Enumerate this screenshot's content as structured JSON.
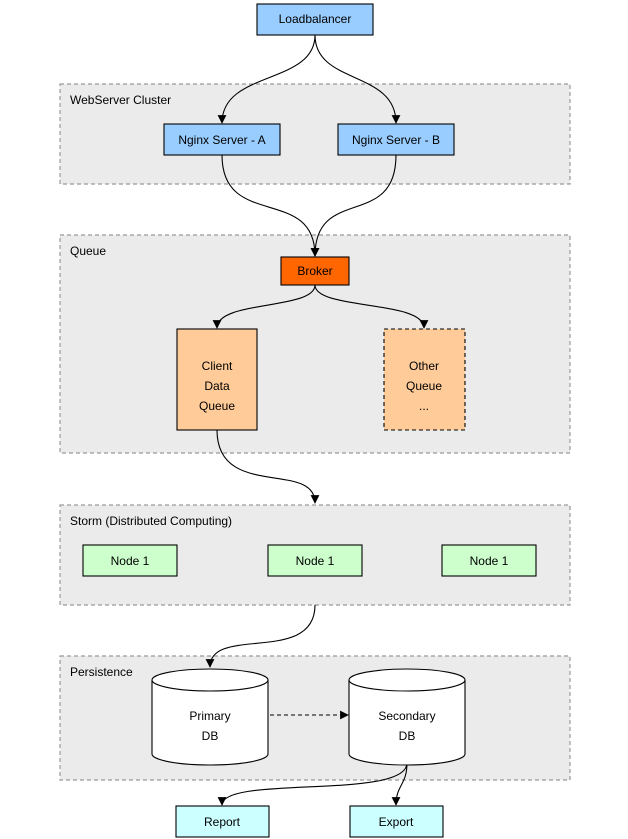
{
  "groups": {
    "webserver": {
      "label": "WebServer Cluster"
    },
    "queue": {
      "label": "Queue"
    },
    "storm": {
      "label": "Storm (Distributed Computing)"
    },
    "persistence": {
      "label": "Persistence"
    }
  },
  "nodes": {
    "loadbalancer": {
      "label": "Loadbalancer",
      "fill": "#99ccff"
    },
    "nginx_a": {
      "label": "Nginx Server - A",
      "fill": "#99ccff"
    },
    "nginx_b": {
      "label": "Nginx Server - B",
      "fill": "#99ccff"
    },
    "broker": {
      "label": "Broker",
      "fill": "#ff6600"
    },
    "client_queue": {
      "lines": [
        "Client",
        "Data",
        "Queue"
      ],
      "fill": "#ffcc99"
    },
    "other_queue": {
      "lines": [
        "Other",
        "Queue",
        "..."
      ],
      "fill": "#ffcc99"
    },
    "storm_node_1": {
      "label": "Node 1",
      "fill": "#ccffcc"
    },
    "storm_node_2": {
      "label": "Node 1",
      "fill": "#ccffcc"
    },
    "storm_node_3": {
      "label": "Node 1",
      "fill": "#ccffcc"
    },
    "primary_db": {
      "lines": [
        "Primary",
        "DB"
      ]
    },
    "secondary_db": {
      "lines": [
        "Secondary",
        "DB"
      ]
    },
    "report": {
      "label": "Report",
      "fill": "#ccffff"
    },
    "export": {
      "label": "Export",
      "fill": "#ccffff"
    }
  },
  "colors": {
    "group_fill": "#ebebeb",
    "group_border": "#999999",
    "node_border": "#000000"
  }
}
